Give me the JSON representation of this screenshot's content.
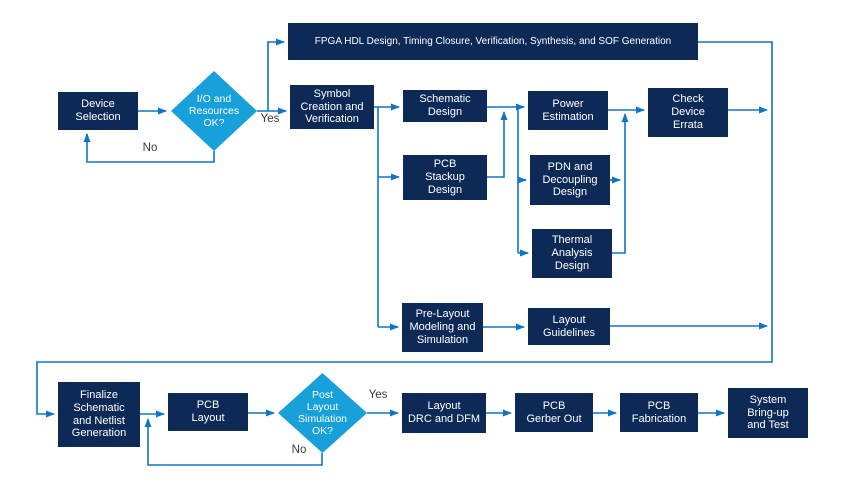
{
  "colors": {
    "background": "#ffffff",
    "node_fill": "#0d2a57",
    "decision_fill": "#18a0da",
    "connector": "#0e76c3",
    "node_text": "#ffffff",
    "label_text": "#3c3c3c"
  },
  "nodes": {
    "fpga_hdl_banner": "FPGA HDL Design, Timing Closure, Verification, Synthesis, and SOF Generation",
    "device_selection": [
      "Device",
      "Selection"
    ],
    "io_resources_decision": [
      "I/O and",
      "Resources",
      "OK?"
    ],
    "symbol_creation": [
      "Symbol",
      "Creation and",
      "Verification"
    ],
    "schematic_design": [
      "Schematic",
      "Design"
    ],
    "pcb_stackup_design": [
      "PCB",
      "Stackup",
      "Design"
    ],
    "power_estimation": [
      "Power",
      "Estimation"
    ],
    "pdn_decoupling_design": [
      "PDN and",
      "Decoupling",
      "Design"
    ],
    "thermal_analysis_design": [
      "Thermal",
      "Analysis",
      "Design"
    ],
    "check_device_errata": [
      "Check",
      "Device",
      "Errata"
    ],
    "pre_layout_modeling": [
      "Pre-Layout",
      "Modeling and",
      "Simulation"
    ],
    "layout_guidelines": [
      "Layout",
      "Guidelines"
    ],
    "finalize_schematic": [
      "Finalize",
      "Schematic",
      "and Netlist",
      "Generation"
    ],
    "pcb_layout": [
      "PCB",
      "Layout"
    ],
    "post_layout_decision": [
      "Post",
      "Layout",
      "Simulation",
      "OK?"
    ],
    "layout_drc_dfm": [
      "Layout",
      "DRC and DFM"
    ],
    "pcb_gerber_out": [
      "PCB",
      "Gerber Out"
    ],
    "pcb_fabrication": [
      "PCB",
      "Fabrication"
    ],
    "system_bring_up": [
      "System",
      "Bring-up",
      "and Test"
    ]
  },
  "edge_labels": {
    "yes_io": "Yes",
    "no_io": "No",
    "yes_post_layout": "Yes",
    "no_post_layout": "No"
  }
}
